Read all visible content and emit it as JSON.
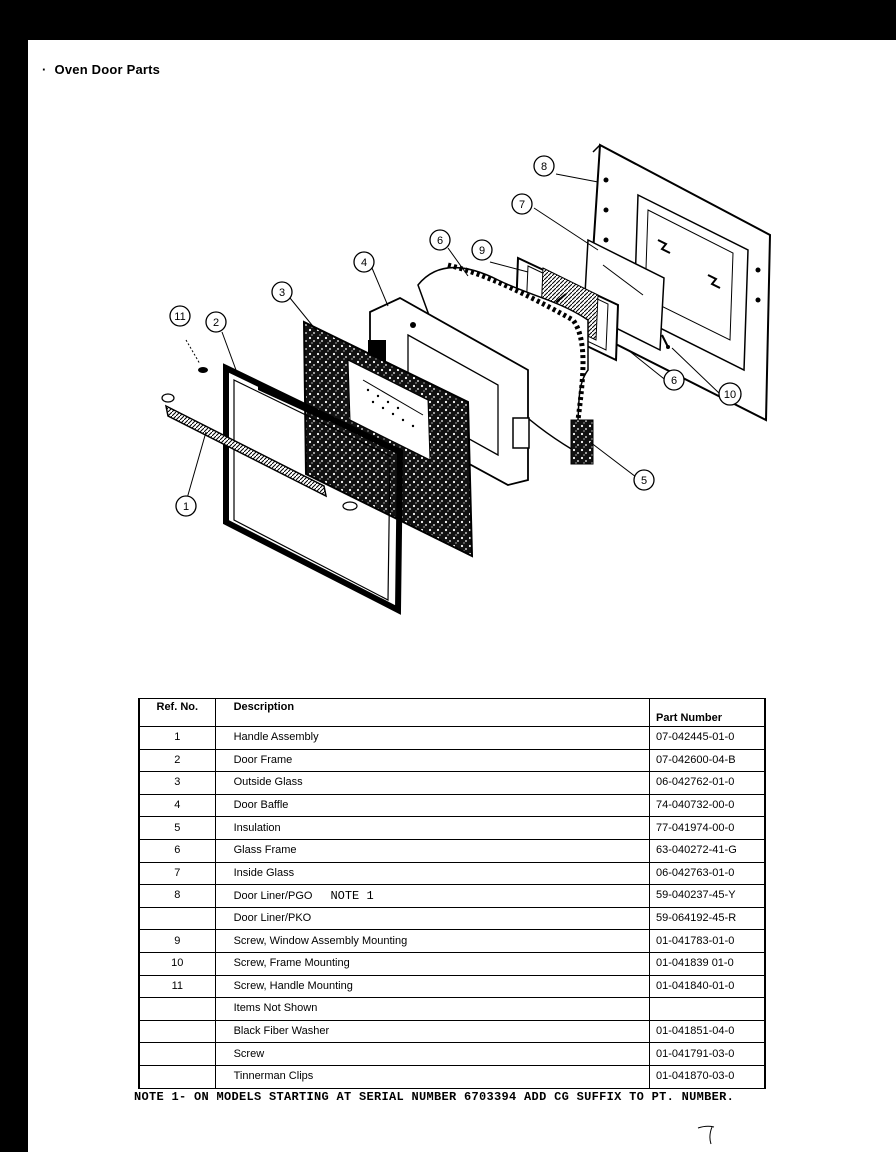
{
  "title": "Oven Door Parts",
  "callouts": [
    "1",
    "2",
    "3",
    "4",
    "5",
    "6",
    "7",
    "8",
    "9",
    "10",
    "11"
  ],
  "table": {
    "headers": {
      "ref": "Ref. No.",
      "description": "Description",
      "part": "Part Number"
    },
    "rows": [
      {
        "ref": "1",
        "description": "Handle Assembly",
        "note": "",
        "part": "07-042445-01-0"
      },
      {
        "ref": "2",
        "description": "Door Frame",
        "note": "",
        "part": "07-042600-04-B"
      },
      {
        "ref": "3",
        "description": "Outside Glass",
        "note": "",
        "part": "06-042762-01-0"
      },
      {
        "ref": "4",
        "description": "Door Baffle",
        "note": "",
        "part": "74-040732-00-0"
      },
      {
        "ref": "5",
        "description": "Insulation",
        "note": "",
        "part": "77-041974-00-0"
      },
      {
        "ref": "6",
        "description": "Glass Frame",
        "note": "",
        "part": "63-040272-41-G"
      },
      {
        "ref": "7",
        "description": "Inside Glass",
        "note": "",
        "part": "06-042763-01-0"
      },
      {
        "ref": "8",
        "description": "Door Liner/PGO",
        "note": "NOTE 1",
        "part": "59-040237-45-Y"
      },
      {
        "ref": "",
        "description": "Door Liner/PKO",
        "note": "",
        "part": "59-064192-45-R"
      },
      {
        "ref": "9",
        "description": "Screw, Window Assembly Mounting",
        "note": "",
        "part": "01-041783-01-0"
      },
      {
        "ref": "10",
        "description": "Screw, Frame Mounting",
        "note": "",
        "part": "01-041839 01-0"
      },
      {
        "ref": "11",
        "description": "Screw, Handle Mounting",
        "note": "",
        "part": "01-041840-01-0"
      },
      {
        "ref": "",
        "description": "Items Not Shown",
        "note": "",
        "part": ""
      },
      {
        "ref": "",
        "description": "Black Fiber Washer",
        "note": "",
        "part": "01-041851-04-0"
      },
      {
        "ref": "",
        "description": "Screw",
        "note": "",
        "part": "01-041791-03-0"
      },
      {
        "ref": "",
        "description": "Tinnerman Clips",
        "note": "",
        "part": "01-041870-03-0"
      }
    ]
  },
  "footnote": "NOTE 1- ON MODELS STARTING AT SERIAL NUMBER 6703394 ADD CG SUFFIX TO PT. NUMBER."
}
